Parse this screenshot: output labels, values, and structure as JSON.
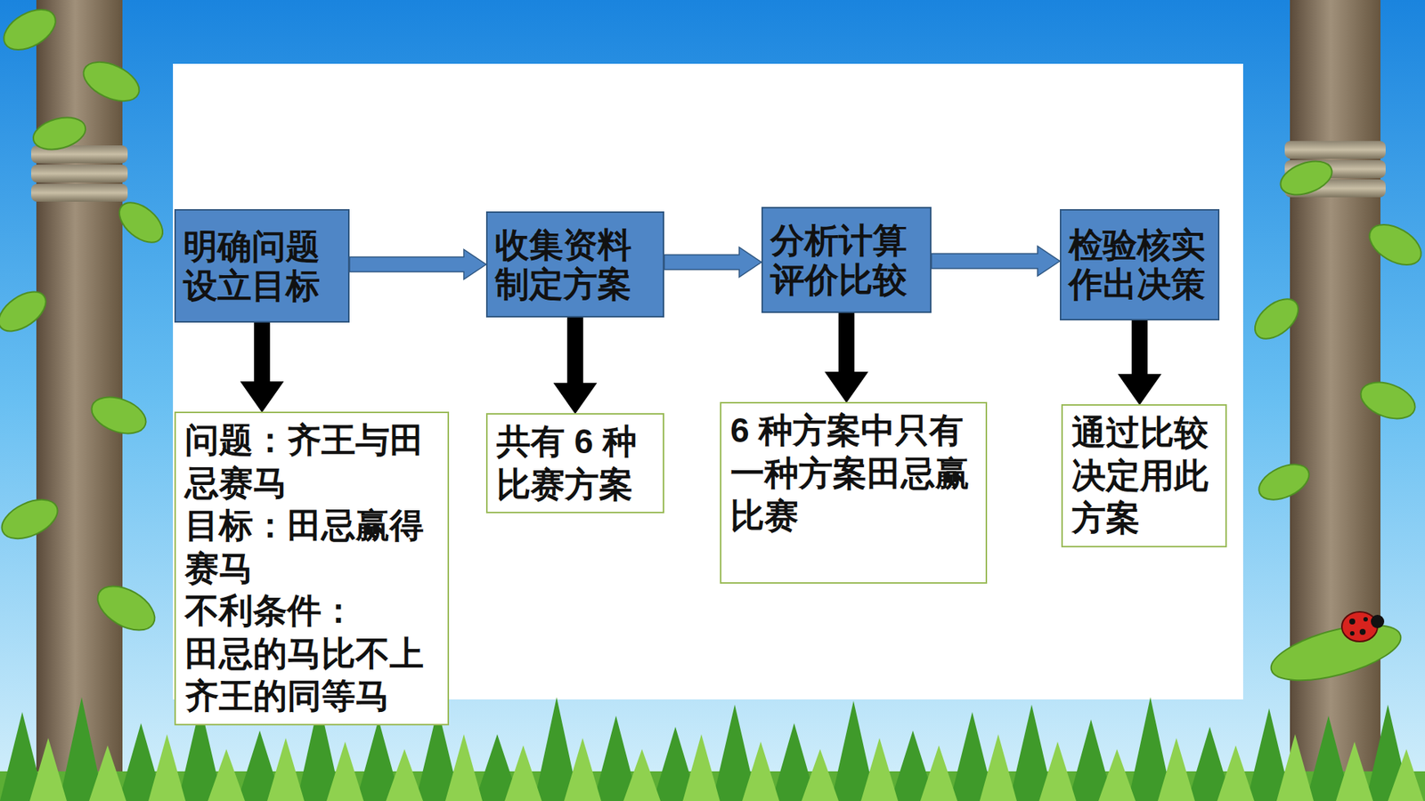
{
  "diagram": {
    "nodes": [
      {
        "text": [
          "明确问题 设立目标"
        ]
      },
      {
        "text": [
          "收集资料 制定方案"
        ]
      },
      {
        "text": [
          "分析计算 评价比较"
        ]
      },
      {
        "text": [
          "检验核实 作出决策"
        ]
      },
      {
        "text": [
          "问题：齐王与田忌赛马",
          "目标：田忌赢得赛马",
          "不利条件：",
          "田忌的马比不上齐王的同等马"
        ]
      },
      {
        "text": [
          "共有 6 种比赛方案"
        ]
      },
      {
        "text": [
          "6 种方案中只有一种方案田忌赢比赛"
        ]
      },
      {
        "text": [
          "通过比较决定用此方案"
        ]
      }
    ],
    "edges": [
      {
        "from": 0,
        "to": 1,
        "arrow": "to"
      },
      {
        "from": 1,
        "to": 2,
        "arrow": "to"
      },
      {
        "from": 2,
        "to": 3,
        "arrow": "to"
      },
      {
        "from": 0,
        "to": 4,
        "arrow": "to"
      },
      {
        "from": 1,
        "to": 5,
        "arrow": "to"
      },
      {
        "from": 2,
        "to": 6,
        "arrow": "to"
      },
      {
        "from": 3,
        "to": 7,
        "arrow": "to"
      }
    ]
  }
}
